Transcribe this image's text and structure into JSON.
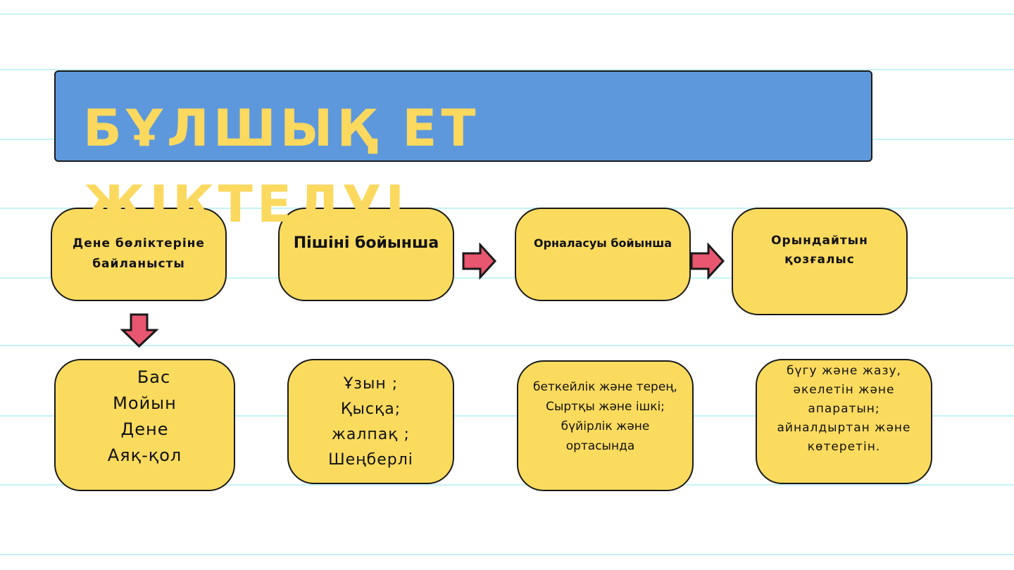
{
  "title": "БҰЛШЫҚ ЕТ ЖІКТЕЛУІ",
  "categories": [
    {
      "label": "Дене бөліктеріне байланысты"
    },
    {
      "label": "Пішіні бойынша"
    },
    {
      "label": "Орналасуы бойынша"
    },
    {
      "label": "Орындайтын қозғалыс"
    }
  ],
  "details": [
    {
      "lines": [
        "Бас",
        "Мойын",
        "Дене",
        "Аяқ-қол"
      ]
    },
    {
      "lines": [
        "Ұзын ;",
        "Қысқа;",
        "жалпақ ;",
        "Шеңберлі"
      ]
    },
    {
      "lines": [
        "беткейлік және терең,",
        "Сыртқы және ішкі;",
        "бүйірлік және",
        "ортасында"
      ]
    },
    {
      "lines": [
        "бүгу және жазу,",
        "әкелетін  және",
        "апаратын;",
        "айналдыртан және",
        "көтеретін."
      ]
    }
  ],
  "colors": {
    "background": "#ffffff",
    "rule_lines": "#c4f3f5",
    "title_bar": "#5e98dc",
    "title_text": "#fbd95f",
    "box_fill": "#fbdb5e",
    "arrow_fill": "#e8566f",
    "outline": "#1a1a1a"
  }
}
